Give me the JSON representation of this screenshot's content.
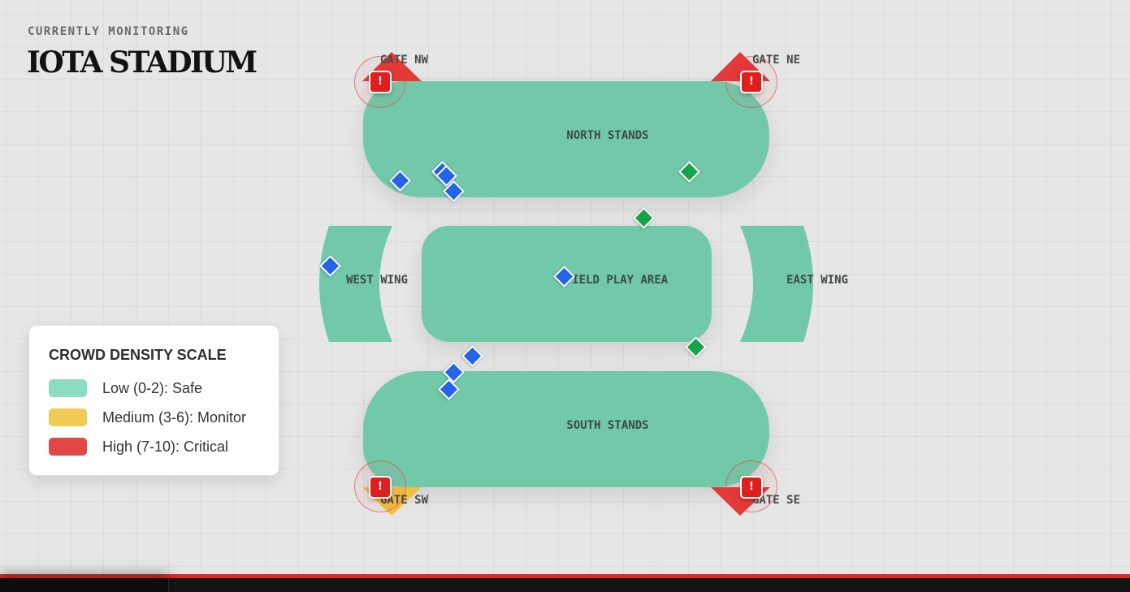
{
  "header": {
    "eyebrow": "CURRENTLY MONITORING",
    "venue_title": "IOTA STADIUM"
  },
  "zones": {
    "north": "NORTH STANDS",
    "west": "WEST WING",
    "field": "FIELD PLAY AREA",
    "east": "EAST WING",
    "south": "SOUTH STANDS"
  },
  "gates": {
    "nw": {
      "label": "GATE NW",
      "alert": "!",
      "status": "high"
    },
    "ne": {
      "label": "GATE NE",
      "alert": "!",
      "status": "high"
    },
    "sw": {
      "label": "GATE SW",
      "alert": "!",
      "status": "medium"
    },
    "se": {
      "label": "GATE SE",
      "alert": "!",
      "status": "high"
    }
  },
  "legend": {
    "title": "CROWD DENSITY SCALE",
    "items": [
      {
        "label": "Low (0-2): Safe",
        "color": "#8cdcc0"
      },
      {
        "label": "Medium (3-6): Monitor",
        "color": "#f0cb55"
      },
      {
        "label": "High (7-10): Critical",
        "color": "#e04848"
      }
    ]
  },
  "colors": {
    "zone_fill": "#72c9aa",
    "critical": "#e53838",
    "monitor": "#f0c040",
    "marker_blue": "#2563eb",
    "marker_green": "#16a34a",
    "bottom_accent": "#d92b2b"
  }
}
